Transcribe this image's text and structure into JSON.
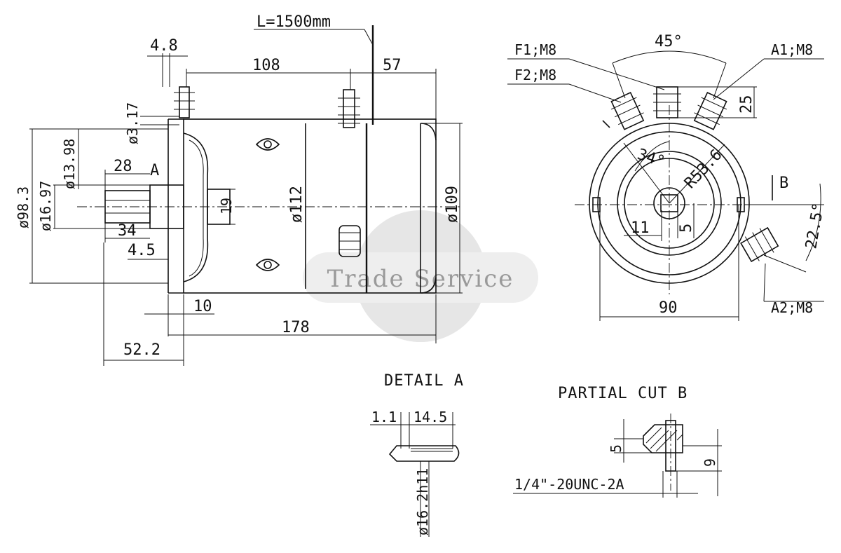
{
  "watermark": "Trade Service",
  "side_view": {
    "cable_length": "L=1500mm",
    "dims": {
      "d4_8": "4.8",
      "d108": "108",
      "d57": "57",
      "d3_17": "ø3.17",
      "d13_98": "ø13.98",
      "d98_3": "ø98.3",
      "d16_97": "ø16.97",
      "d28": "28",
      "detail_marker": "A",
      "d19": "19",
      "d34": "34",
      "d4_5": "4.5",
      "d112": "ø112",
      "d109": "ø109",
      "d10": "10",
      "d178": "178",
      "d52_2": "52.2"
    }
  },
  "end_view": {
    "angle45": "45°",
    "f1": "F1;M8",
    "f2": "F2;M8",
    "a1": "A1;M8",
    "a2": "A2;M8",
    "d25": "25",
    "angle34": "34°",
    "r53_6": "R53.6",
    "d11": "11",
    "d5": "5",
    "section_b": "B",
    "angle22_5": "22.5°",
    "d90": "90"
  },
  "detail_a": {
    "title": "DETAIL A",
    "d1_1": "1.1",
    "d14_5": "14.5",
    "d16_2": "ø16.2h11"
  },
  "partial_cut_b": {
    "title": "PARTIAL CUT B",
    "d5": "5",
    "d9": "9",
    "thread": "1/4\"-20UNC-2A"
  }
}
